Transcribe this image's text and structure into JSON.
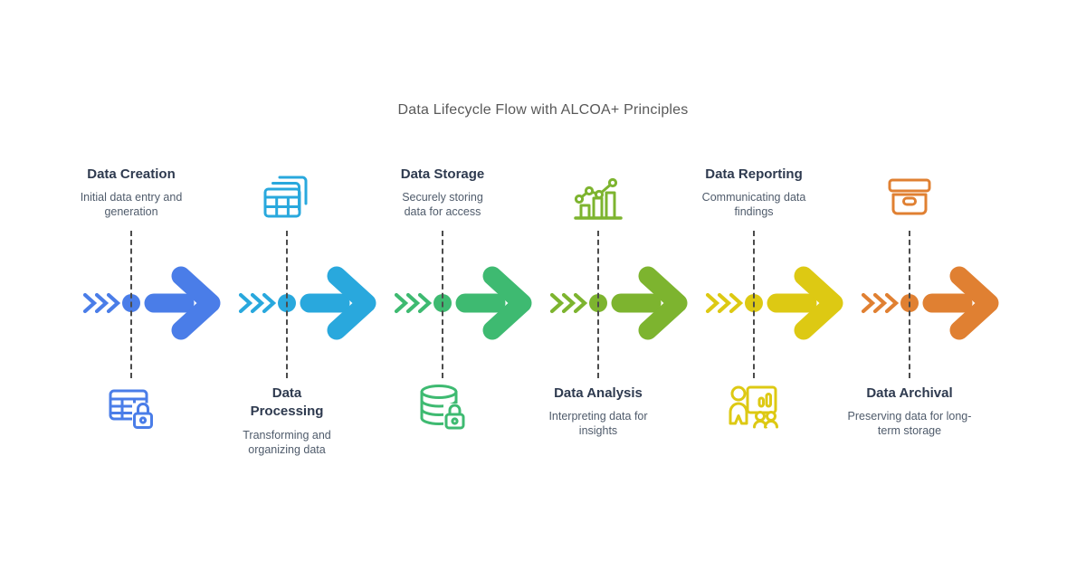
{
  "title": "Data Lifecycle Flow with ALCOA+ Principles",
  "stages": [
    {
      "title": "Data Creation",
      "description": "Initial data entry and generation",
      "color": "#4a7de8",
      "icon": "table-lock-icon",
      "layout": "text-top"
    },
    {
      "title": "Data Processing",
      "description": "Transforming and organizing data",
      "color": "#29a8dd",
      "icon": "stacked-tables-icon",
      "layout": "icon-top"
    },
    {
      "title": "Data Storage",
      "description": "Securely storing data for access",
      "color": "#3eba71",
      "icon": "database-lock-icon",
      "layout": "text-top"
    },
    {
      "title": "Data Analysis",
      "description": "Interpreting data for insights",
      "color": "#7db42f",
      "icon": "bar-line-chart-icon",
      "layout": "icon-top"
    },
    {
      "title": "Data Reporting",
      "description": "Communicating data findings",
      "color": "#ddc913",
      "icon": "presentation-audience-icon",
      "layout": "text-top"
    },
    {
      "title": "Data Archival",
      "description": "Preserving data for long-term storage",
      "color": "#e08032",
      "icon": "archive-box-icon",
      "layout": "icon-top"
    }
  ],
  "colors": {
    "background": "#ffffff",
    "title": "#595959",
    "stage_title": "#2e3a4f",
    "stage_description": "#4f5b6b",
    "connector": "#4c4c4c"
  }
}
